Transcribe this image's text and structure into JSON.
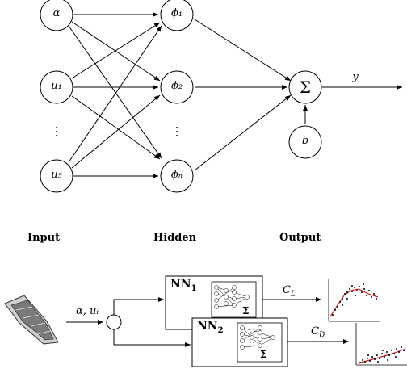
{
  "network": {
    "inputs": [
      "α",
      "u₁",
      "⋮",
      "u₅"
    ],
    "hidden": [
      "ϕ₁",
      "ϕ₂",
      "⋮",
      "ϕₙ"
    ],
    "sum_symbol": "Σ",
    "bias": "b",
    "output_var": "y"
  },
  "layer_labels": {
    "input": "Input",
    "hidden": "Hidden",
    "output": "Output"
  },
  "pipeline": {
    "inputs_label": "α, uᵢ",
    "nn1": {
      "title": "NN",
      "sub": "1",
      "sum": "Σ",
      "output": "C",
      "output_sub": "L"
    },
    "nn2": {
      "title": "NN",
      "sub": "2",
      "sum": "Σ",
      "output": "C",
      "output_sub": "D"
    }
  },
  "colors": {
    "stroke": "#000000",
    "fit_line": "#cc2222",
    "wing_dark": "#555555",
    "wing_light": "#bbbbbb"
  }
}
